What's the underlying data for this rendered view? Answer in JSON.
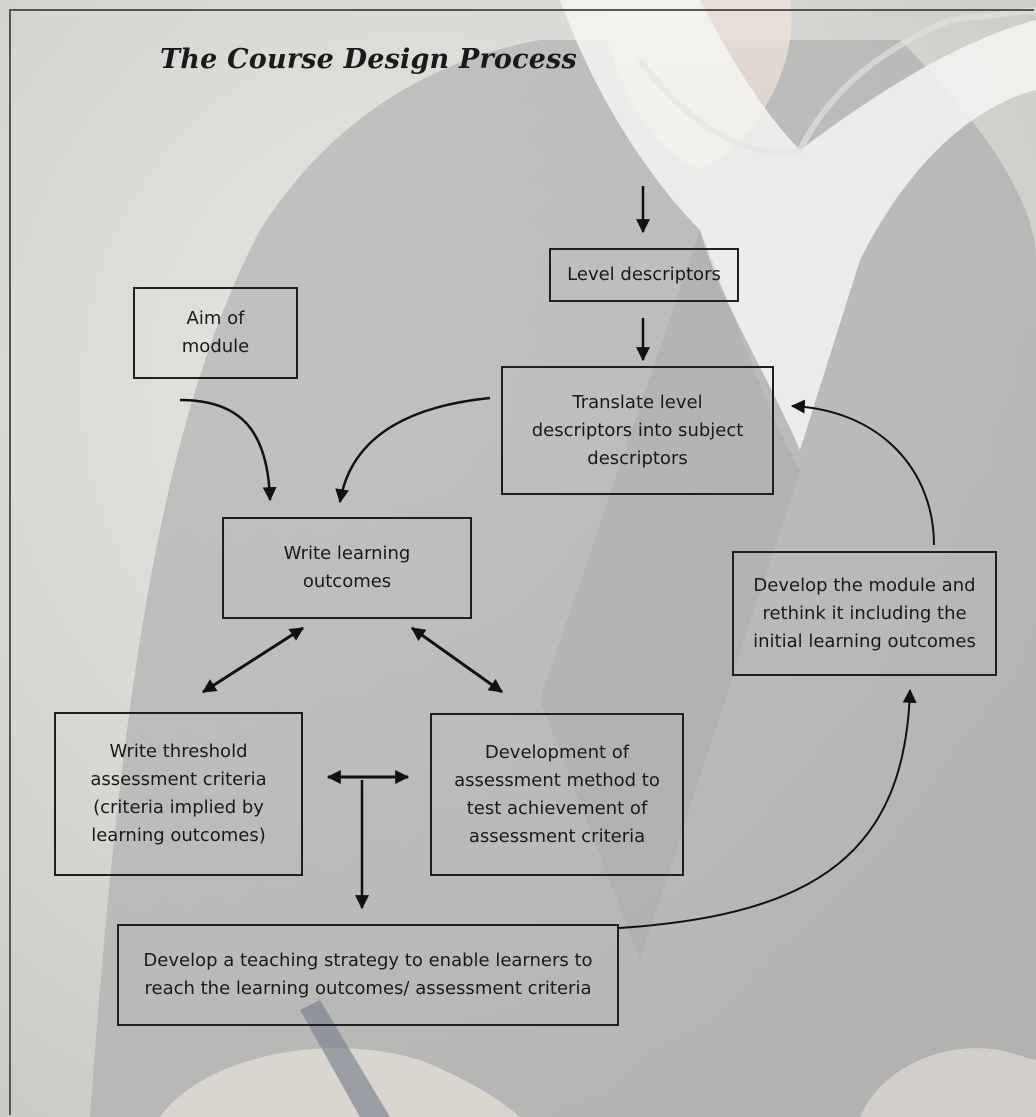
{
  "diagram": {
    "title": "The Course Design Process",
    "boxes": {
      "level_descriptors": "Level descriptors",
      "aim_of_module": "Aim of\nmodule",
      "translate": "Translate level\ndescriptors into subject\ndescriptors",
      "write_outcomes": "Write learning\noutcomes",
      "develop_module": "Develop the module and\nrethink it including the\ninitial learning outcomes",
      "threshold": "Write threshold\nassessment criteria\n(criteria implied by\nlearning outcomes)",
      "assessment_method": "Development of\nassessment method to\ntest achievement of\nassessment criteria",
      "teaching_strategy": "Develop a teaching strategy to enable learners to\nreach the learning outcomes/ assessment criteria"
    },
    "connectors": [
      {
        "from": "top",
        "to": "level_descriptors",
        "style": "arrow"
      },
      {
        "from": "level_descriptors",
        "to": "translate",
        "style": "arrow"
      },
      {
        "from": "aim_of_module",
        "to": "write_outcomes",
        "style": "curved-arrow"
      },
      {
        "from": "translate",
        "to": "write_outcomes",
        "style": "curved-arrow"
      },
      {
        "from": "write_outcomes",
        "to": "threshold",
        "style": "double-arrow"
      },
      {
        "from": "write_outcomes",
        "to": "assessment_method",
        "style": "double-arrow"
      },
      {
        "from": "threshold",
        "to": "assessment_method",
        "style": "double-arrow"
      },
      {
        "from": "threshold_assessment_link",
        "to": "teaching_strategy",
        "style": "arrow"
      },
      {
        "from": "teaching_strategy",
        "to": "develop_module",
        "style": "curved-arrow"
      },
      {
        "from": "develop_module",
        "to": "translate",
        "style": "curved-arrow"
      }
    ],
    "colors": {
      "box_border": "#1f1f1f",
      "arrow": "#111111",
      "text": "#1a1a1a"
    }
  }
}
